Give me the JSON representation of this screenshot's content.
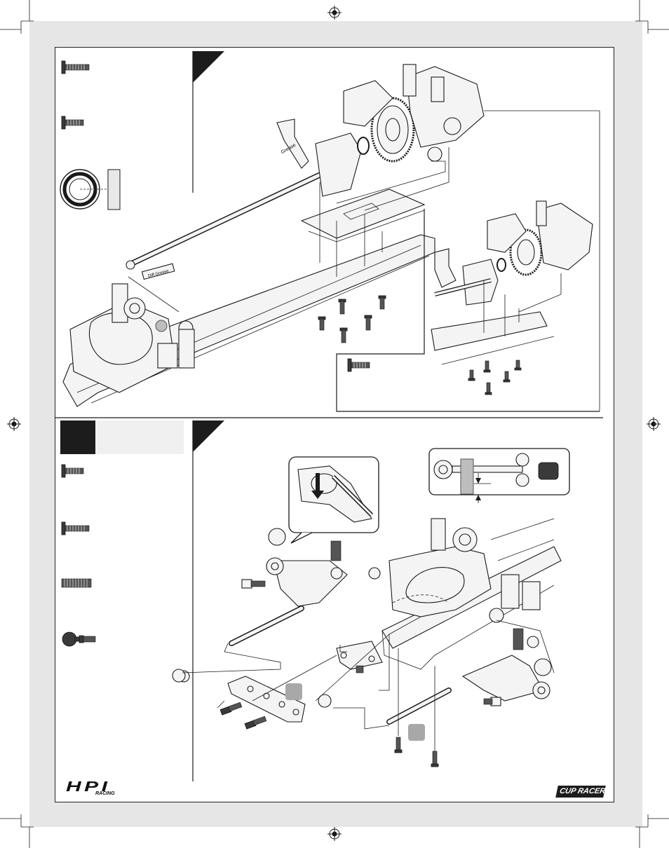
{
  "page": {
    "labels": {
      "grease_tube_top": "Grease",
      "grease_tube_left": "Diff Grease"
    },
    "logos": {
      "hpi": "HPI",
      "hpi_sub": "RACING",
      "cup_racer": "CUP RACER"
    }
  },
  "colors": {
    "page_bg": "#ffffff",
    "sheet_bg": "#e6e6e6",
    "line": "#1a1a1a",
    "step_badge": "#1c1c1c",
    "highlight_marker": "#a8a8a8"
  },
  "icons": [
    "registration-mark-icon",
    "crop-mark-icon",
    "screw-icon",
    "set-screw-icon",
    "ball-stud-icon",
    "bearing-icon"
  ]
}
